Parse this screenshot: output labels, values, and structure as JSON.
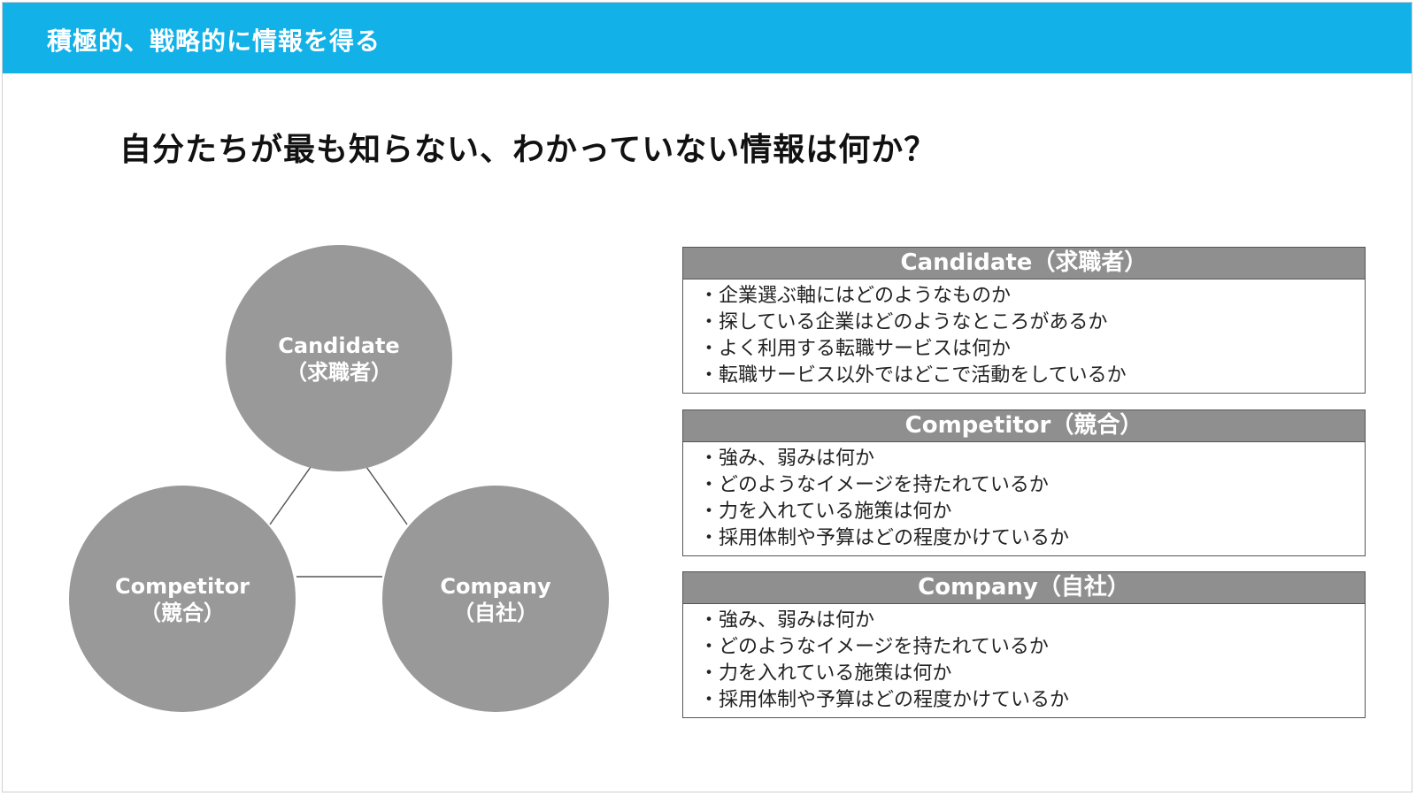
{
  "header": {
    "title": "積極的、戦略的に情報を得る"
  },
  "question": "自分たちが最も知らない、わかっていない情報は何か？",
  "colors": {
    "header_bg": "#12b1e8",
    "circle": "#999999",
    "box_header": "#8f8f8f"
  },
  "diagram": {
    "nodes": [
      {
        "name": "Candidate",
        "sub": "（求職者）"
      },
      {
        "name": "Competitor",
        "sub": "（競合）"
      },
      {
        "name": "Company",
        "sub": "（自社）"
      }
    ]
  },
  "boxes": [
    {
      "title": "Candidate（求職者）",
      "items": [
        "企業選ぶ軸にはどのようなものか",
        "探している企業はどのようなところがあるか",
        "よく利用する転職サービスは何か",
        "転職サービス以外ではどこで活動をしているか"
      ]
    },
    {
      "title": "Competitor（競合）",
      "items": [
        "強み、弱みは何か",
        "どのようなイメージを持たれているか",
        "力を入れている施策は何か",
        "採用体制や予算はどの程度かけているか"
      ]
    },
    {
      "title": "Company（自社）",
      "items": [
        "強み、弱みは何か",
        "どのようなイメージを持たれているか",
        "力を入れている施策は何か",
        "採用体制や予算はどの程度かけているか"
      ]
    }
  ]
}
